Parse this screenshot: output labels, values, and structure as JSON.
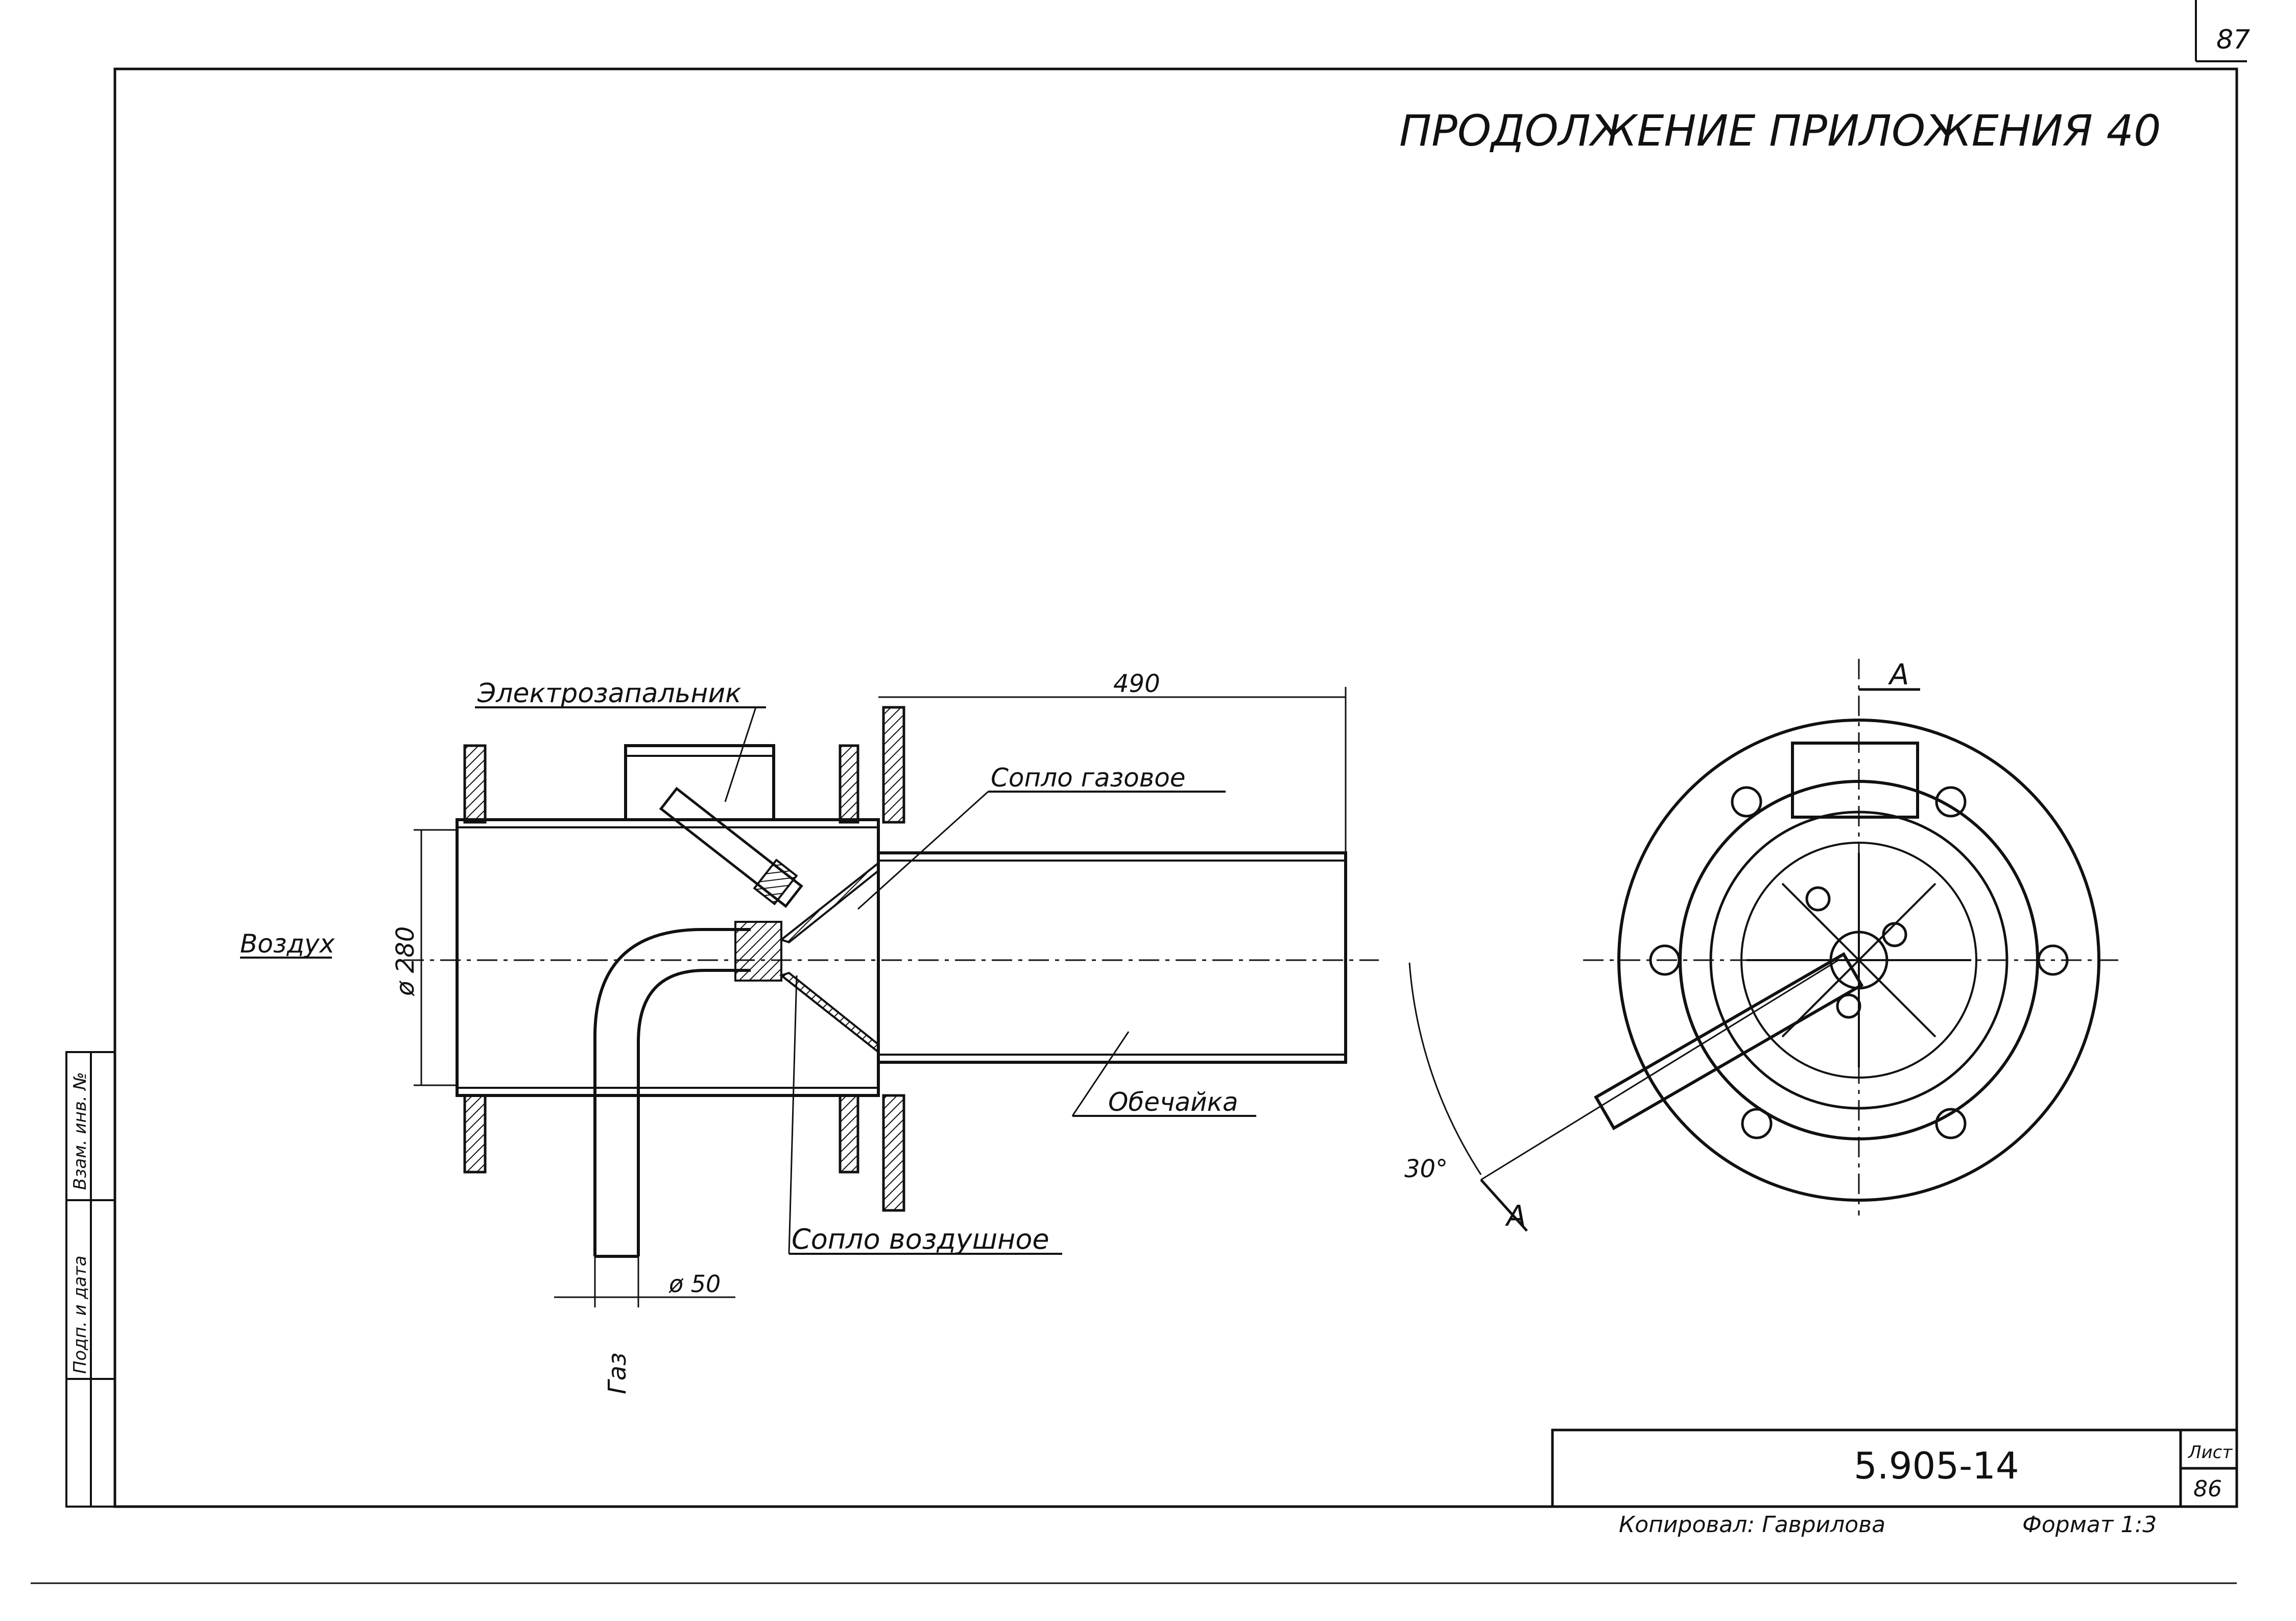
{
  "sheet": {
    "corner_number": "87",
    "title": "ПРОДОЛЖЕНИЕ ПРИЛОЖЕНИЯ 40",
    "doc_code": "5.905-14",
    "sheet_label": "Лист",
    "sheet_number": "86",
    "copied_by": "Копировал: Гаврилова",
    "format": "Формат 1:3",
    "side_stamp": "Взам. инв. №",
    "side_stamp_2": "Подп. и дата"
  },
  "labels": {
    "igniter": "Электрозапальник",
    "dim_490": "490",
    "gas_nozzle": "Сопло газовое",
    "air": "Воздух",
    "dia_280": "ø 280",
    "shell": "Обечайка",
    "air_nozzle": "Сопло воздушное",
    "dia_50": "ø 50",
    "gas": "Газ",
    "section_a_top": "А",
    "section_a_bottom": "А",
    "angle": "30°"
  }
}
